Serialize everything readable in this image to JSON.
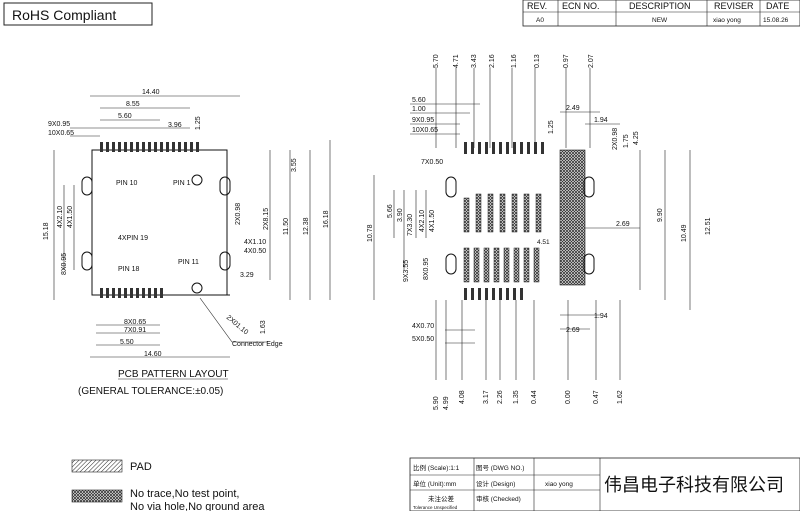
{
  "rohs": "RoHS Compliant",
  "revision_table": {
    "headers": [
      "REV.",
      "ECN NO.",
      "DESCRIPTION",
      "REVISER",
      "DATE"
    ],
    "row": [
      "A0",
      "",
      "NEW",
      "xiao yong",
      "15.08.26"
    ]
  },
  "left_view": {
    "top_dims": [
      "14.40",
      "8.55",
      "5.60",
      "3.96",
      "1.25"
    ],
    "pitch_top": [
      "9X0.95",
      "10X0.65"
    ],
    "left_dims": [
      "15.18",
      "4X2.10",
      "4X1.50",
      "8X0.95"
    ],
    "right_dims": [
      "3.55",
      "2X0.98",
      "2X8.15",
      "11.50",
      "12.38",
      "16.18",
      "4X1.10",
      "4X0.50",
      "3.29",
      "2X01.10",
      "1.63"
    ],
    "bottom_dims": [
      "8X0.65",
      "7X0.91",
      "5.50",
      "14.60"
    ],
    "pin_labels": [
      "PIN 10",
      "PIN 1",
      "4XPIN 19",
      "PIN 18",
      "PIN 11"
    ],
    "connector_edge": "Connector Edge",
    "title": "PCB PATTERN LAYOUT",
    "tolerance": "(GENERAL TOLERANCE:±0.05)"
  },
  "right_view": {
    "top_vertical": [
      "5.70",
      "4.71",
      "3.43",
      "2.16",
      "1.16",
      "0.13",
      "0.97",
      "2.07"
    ],
    "left_stack": [
      "5.60",
      "1.00",
      "9X0.95",
      "10X0.65"
    ],
    "left_dims": [
      "7X0.50",
      "10.78",
      "5.66",
      "7X3.30",
      "3.90",
      "4X2.10",
      "4X1.50",
      "9X3.55",
      "8X0.95"
    ],
    "right_dims": [
      "2.49",
      "1.25",
      "1.94",
      "2X0.98",
      "1.75",
      "4.25",
      "9.90",
      "10.49",
      "12.51",
      "2.69",
      "4.51",
      "1.94",
      "2.69"
    ],
    "bottom_left": [
      "4X0.70",
      "5X0.50"
    ],
    "bottom_vertical": [
      "5.90",
      "4.99",
      "4.08",
      "3.17",
      "2.26",
      "1.35",
      "0.44",
      "0.00",
      "0.47",
      "1.62"
    ]
  },
  "legend": {
    "pad": "PAD",
    "keepout_line1": "No trace,No test point,",
    "keepout_line2": "No via hole,No ground area"
  },
  "title_block": {
    "scale_label": "比例 (Scale):1:1",
    "dwg_label": "图号 (DWG NO.)",
    "unit_label": "单位 (Unit):mm",
    "design_label": "设计 (Design)",
    "designer": "xiao yong",
    "tol_label": "未注公差",
    "tol_sub": "Tolerance Unspecified",
    "checked_label": "审核 (Checked)",
    "company": "伟昌电子科技有限公司"
  }
}
